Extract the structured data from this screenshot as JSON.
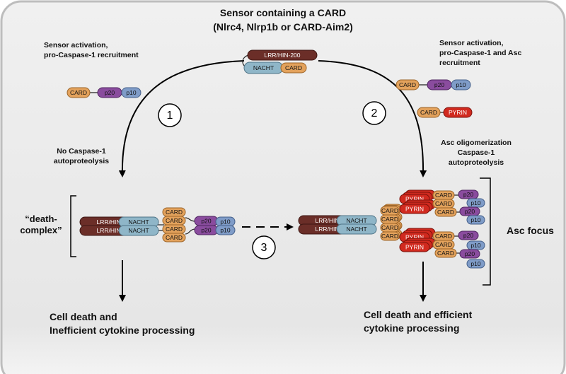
{
  "title": {
    "line1": "Sensor containing a CARD",
    "line2": "(Nlrc4, Nlrp1b or CARD-Aim2)"
  },
  "labels": {
    "sensor_activation_left_1": "Sensor activation,",
    "sensor_activation_left_2": "pro-Caspase-1 recruitment",
    "sensor_activation_right_1": "Sensor activation,",
    "sensor_activation_right_2": "pro-Caspase-1 and Asc",
    "sensor_activation_right_3": "recruitment",
    "no_caspase_1": "No Caspase-1",
    "no_caspase_2": "autoproteolysis",
    "asc_olig_1": "Asc oligomerization",
    "asc_olig_2": "Caspase-1",
    "asc_olig_3": "autoproteolysis",
    "death_complex_1": "“death-",
    "death_complex_2": "complex”",
    "asc_focus": "Asc focus",
    "outcome_left_1": "Cell death and",
    "outcome_left_2": "Inefficient cytokine processing",
    "outcome_right_1": "Cell death and efficient",
    "outcome_right_2": "cytokine processing"
  },
  "steps": [
    "1",
    "2",
    "3"
  ],
  "domains": {
    "lrr": "LRR/HIN-200",
    "nacht": "NACHT",
    "card": "CARD",
    "p20": "p20",
    "p10": "p10",
    "pyrin": "PYRIN"
  },
  "colors": {
    "lrr": "#6b2e28",
    "nacht": "#8fb6c8",
    "card": "#e3a25c",
    "p20": "#8a4c9e",
    "p10": "#7f9cc8",
    "pyrin": "#d12a1f"
  }
}
